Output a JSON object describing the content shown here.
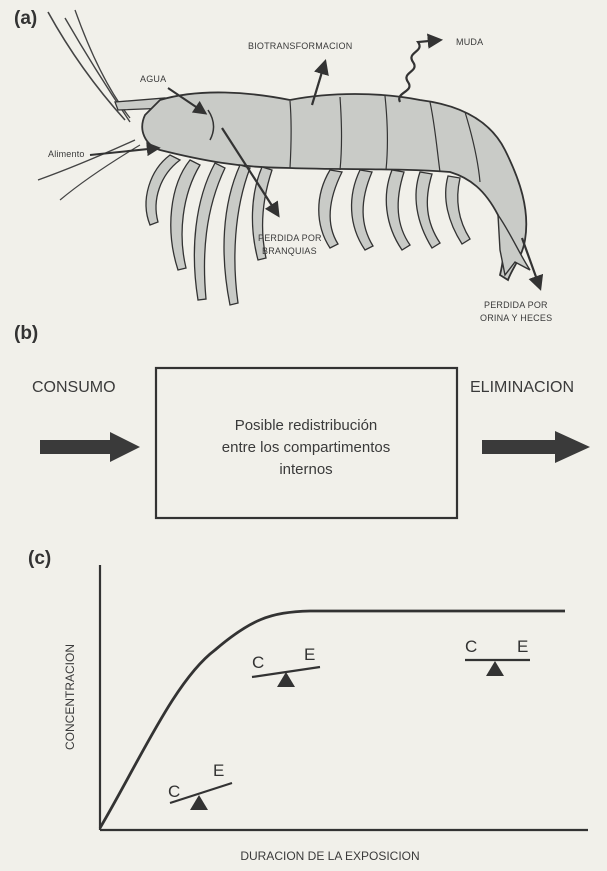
{
  "panel_a": {
    "label": "(a)",
    "agua": "AGUA",
    "alimento": "Alimento",
    "biotransformacion": "BIOTRANSFORMACION",
    "muda": "MUDA",
    "perdida_branquias_1": "PERDIDA POR",
    "perdida_branquias_2": "BRANQUIAS",
    "perdida_orina_1": "PERDIDA POR",
    "perdida_orina_2": "ORINA Y HECES"
  },
  "panel_b": {
    "label": "(b)",
    "consumo": "CONSUMO",
    "eliminacion": "ELIMINACION",
    "box_line1": "Posible redistribución",
    "box_line2": "entre los compartimentos",
    "box_line3": "internos"
  },
  "panel_c": {
    "label": "(c)",
    "ylabel": "CONCENTRACION",
    "xlabel": "DURACION DE LA EXPOSICION",
    "balance_c": "C",
    "balance_e": "E"
  }
}
